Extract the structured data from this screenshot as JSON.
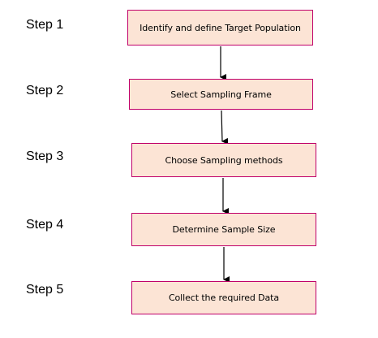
{
  "colors": {
    "box_fill": "#fce4d5",
    "box_border": "#c0006a",
    "text": "#000000",
    "arrow": "#000000"
  },
  "steps": [
    {
      "label": "Step 1",
      "text": "Identify and define Target Population"
    },
    {
      "label": "Step 2",
      "text": "Select Sampling Frame"
    },
    {
      "label": "Step 3",
      "text": "Choose Sampling methods"
    },
    {
      "label": "Step 4",
      "text": "Determine Sample Size"
    },
    {
      "label": "Step 5",
      "text": "Collect the required Data"
    }
  ]
}
